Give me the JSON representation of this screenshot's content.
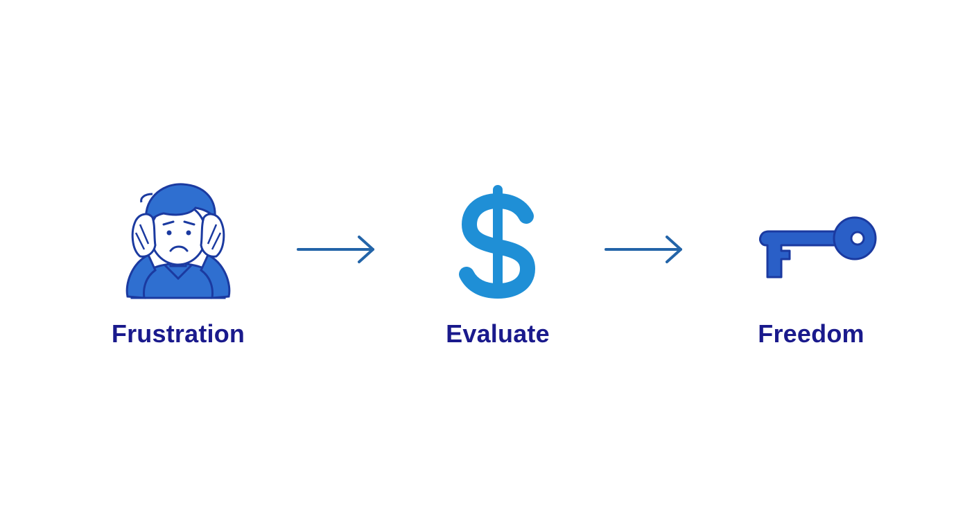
{
  "diagram": {
    "steps": [
      {
        "label": "Frustration",
        "icon": "frustrated-person-icon"
      },
      {
        "label": "Evaluate",
        "icon": "dollar-sign-icon"
      },
      {
        "label": "Freedom",
        "icon": "key-icon"
      }
    ],
    "connectors": [
      {
        "icon": "arrow-right-icon"
      },
      {
        "icon": "arrow-right-icon"
      }
    ],
    "colors": {
      "label_text": "#1a1a8c",
      "icon_primary": "#2f6fd0",
      "icon_outline": "#1b3aa0",
      "dollar": "#1f8fd6",
      "key": "#2a5fc7",
      "arrow": "#2364a8",
      "background": "#ffffff"
    }
  }
}
